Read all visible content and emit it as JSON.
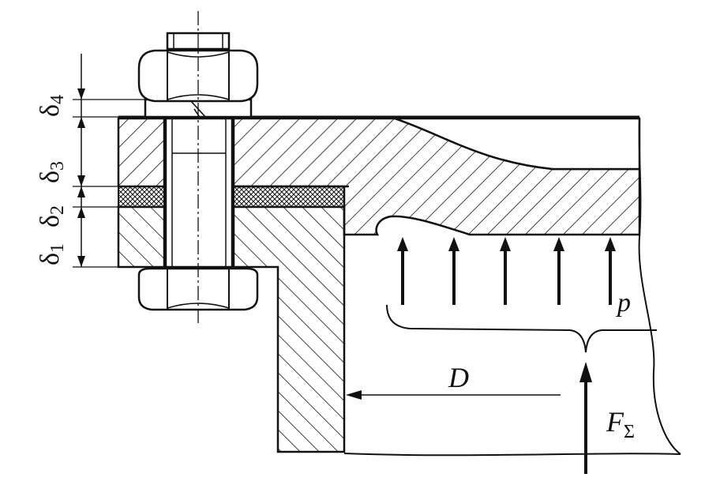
{
  "labels": {
    "delta1": "δ",
    "delta1_sub": "1",
    "delta2": "δ",
    "delta2_sub": "2",
    "delta3": "δ",
    "delta3_sub": "3",
    "delta4": "δ",
    "delta4_sub": "4",
    "pressure": "p",
    "diameter": "D",
    "force": "F",
    "force_sub": "Σ"
  },
  "colors": {
    "ink": "#111111",
    "background": "#ffffff"
  }
}
